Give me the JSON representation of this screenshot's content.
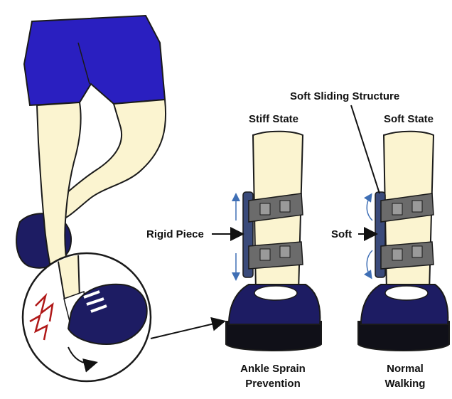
{
  "labels": {
    "stiff_state": "Stiff State",
    "soft_state": "Soft State",
    "soft_sliding_structure": "Soft Sliding Structure",
    "rigid_piece": "Rigid Piece",
    "soft": "Soft",
    "ankle_sprain_line1": "Ankle Sprain",
    "ankle_sprain_line2": "Prevention",
    "normal_walking_line1": "Normal",
    "normal_walking_line2": "Walking"
  },
  "colors": {
    "shorts": "#2a1fc0",
    "skin": "#fbf4d0",
    "shoe": "#1d1c63",
    "sole": "#101018",
    "strap": "#6b6b6b",
    "brace": "#3a4a7a",
    "injury": "#b01818",
    "outline": "#1a1a1a",
    "arrow_blue": "#3f6fb5"
  }
}
